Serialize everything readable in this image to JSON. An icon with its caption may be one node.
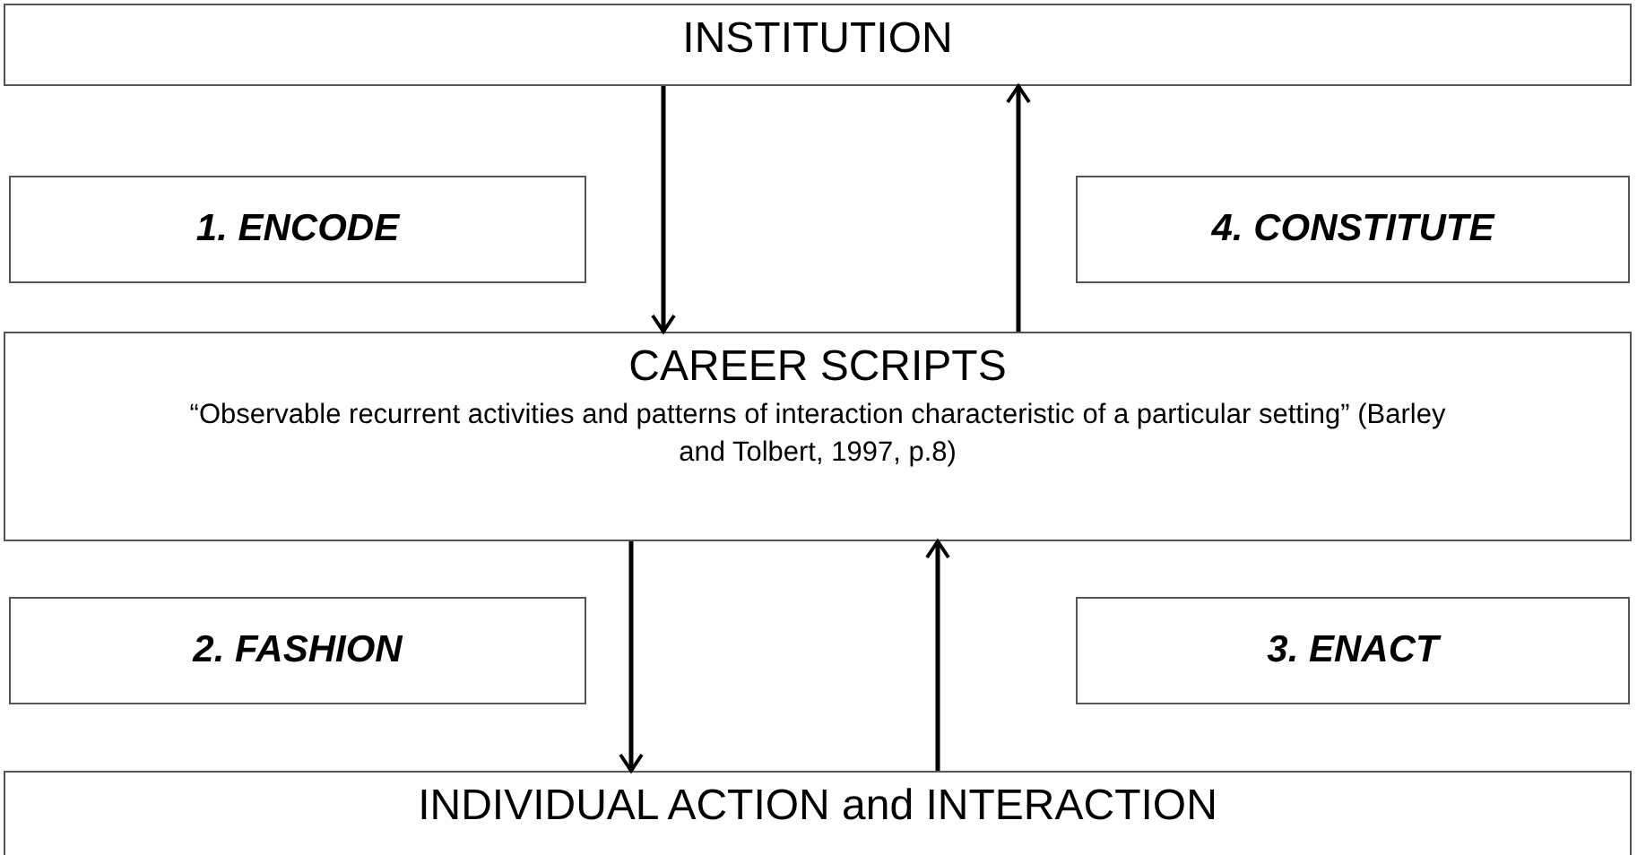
{
  "diagram": {
    "nodes": [
      {
        "text": [
          "INSTITUTION"
        ]
      },
      {
        "text": [
          "1. ENCODE"
        ]
      },
      {
        "text": [
          "4. CONSTITUTE"
        ]
      },
      {
        "text": [
          "CAREER SCRIPTS",
          "“Observable recurrent activities and patterns of interaction characteristic of a particular setting” (Barley and Tolbert, 1997, p.8)"
        ]
      },
      {
        "text": [
          "2. FASHION"
        ]
      },
      {
        "text": [
          "3. ENACT"
        ]
      },
      {
        "text": [
          "INDIVIDUAL ACTION and INTERACTION"
        ]
      }
    ],
    "edges": [
      {
        "from": 0,
        "to": 3,
        "arrow": "to"
      },
      {
        "from": 3,
        "to": 0,
        "arrow": "to"
      },
      {
        "from": 3,
        "to": 6,
        "arrow": "to"
      },
      {
        "from": 6,
        "to": 3,
        "arrow": "to"
      }
    ]
  }
}
